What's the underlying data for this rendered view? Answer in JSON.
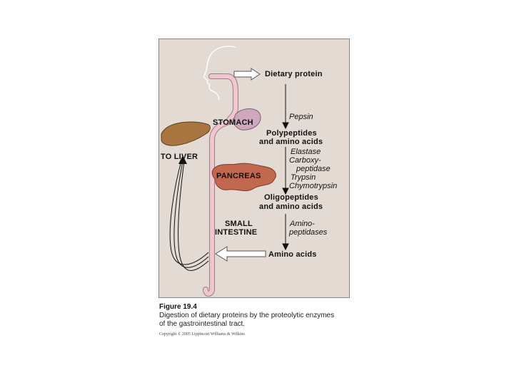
{
  "figure": {
    "labels": {
      "dietary_protein": "Dietary protein",
      "stomach": "STOMACH",
      "pancreas": "PANCREAS",
      "to_liver": "TO LIVER",
      "small_intestine_line1": "SMALL",
      "small_intestine_line2": "INTESTINE",
      "polypeptides_line1": "Polypeptides",
      "polypeptides_line2": "and amino acids",
      "oligopeptides_line1": "Oligopeptides",
      "oligopeptides_line2": "and amino acids",
      "amino_acids": "Amino acids"
    },
    "enzymes": {
      "pepsin": "Pepsin",
      "elastase": "Elastase",
      "carboxy_line1": "Carboxy-",
      "carboxy_line2": "peptidase",
      "trypsin": "Trypsin",
      "chymotrypsin": "Chymotrypsin",
      "amino_line1": "Amino-",
      "amino_line2": "peptidases"
    }
  },
  "caption": {
    "title": "Figure 19.4",
    "line1": "Digestion of dietary proteins by the proteolytic enzymes",
    "line2": "of the gastrointestinal tract."
  },
  "copyright": "Copyright © 2005 Lippincott Williams & Wilkins",
  "colors": {
    "panel": "#e3dbd3",
    "gut_tube": "#f0c6cf",
    "stomach": "#cfa8be",
    "liver": "#a9753f",
    "pancreas": "#c1684f"
  }
}
